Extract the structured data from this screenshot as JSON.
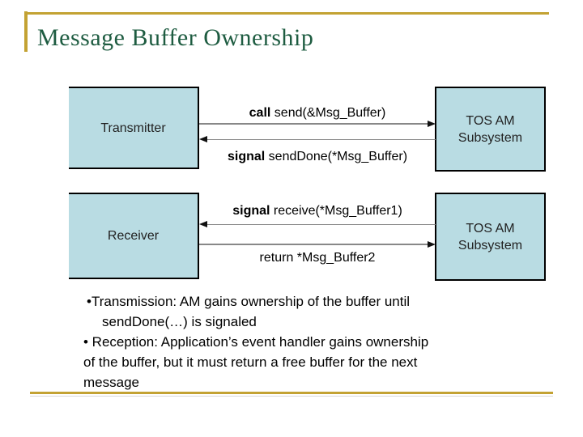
{
  "slide": {
    "title": "Message Buffer Ownership",
    "colors": {
      "title_green": "#1e5c41",
      "gold_accent": "#c3a233",
      "box_fill": "#b9dce3",
      "box_border": "#000000",
      "arrow_line": "#888888",
      "arrow_head": "#111111"
    }
  },
  "diagram": {
    "boxes": [
      {
        "id": "transmitter",
        "label": "Transmitter"
      },
      {
        "id": "tos-am-top",
        "label": "TOS AM Subsystem"
      },
      {
        "id": "receiver",
        "label": "Receiver"
      },
      {
        "id": "tos-am-bottom",
        "label": "TOS AM Subsystem"
      }
    ],
    "messages": [
      {
        "keyword": "call",
        "rest": " send(&Msg_Buffer)",
        "direction": "right"
      },
      {
        "keyword": "signal",
        "rest": " sendDone(*Msg_Buffer)",
        "direction": "left"
      },
      {
        "keyword": "signal",
        "rest": " receive(*Msg_Buffer1)",
        "direction": "left"
      },
      {
        "keyword": "",
        "rest": "return *Msg_Buffer2",
        "direction": "right"
      }
    ]
  },
  "notes": {
    "lines": [
      "•Transmission: AM gains ownership of the buffer until",
      "sendDone(…) is signaled",
      "• Reception: Application’s event handler gains ownership",
      "of the buffer, but it must return a free buffer for the next",
      "message"
    ]
  }
}
